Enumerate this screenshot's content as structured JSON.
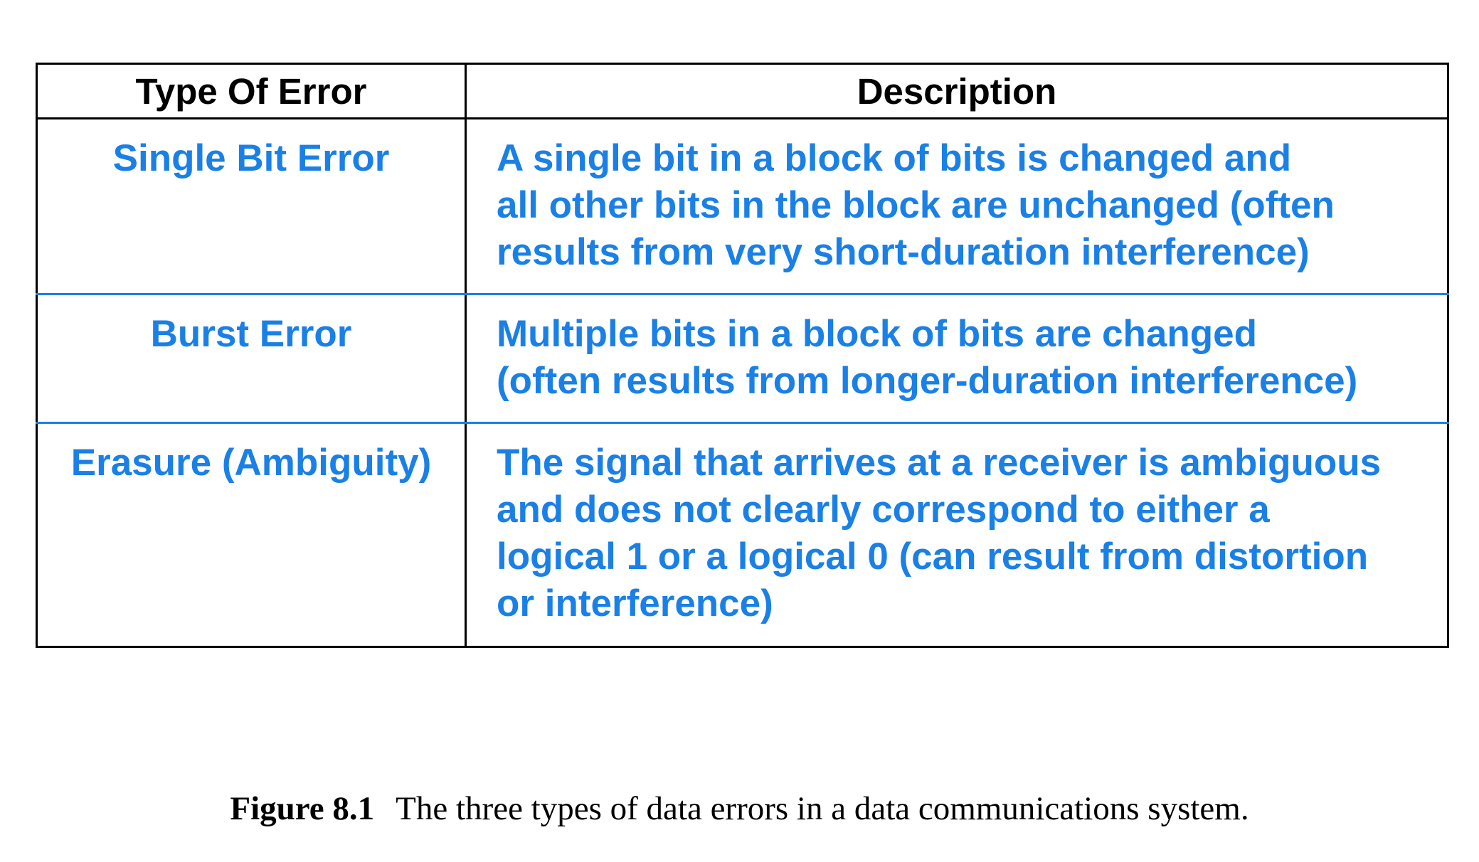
{
  "table": {
    "headers": {
      "type": "Type Of Error",
      "description": "Description"
    },
    "rows": [
      {
        "type": "Single Bit Error",
        "description_lines": [
          "A single bit in a block of bits is changed and",
          "all other bits in the block are unchanged (often",
          "results from very short-duration interference)"
        ]
      },
      {
        "type": "Burst Error",
        "description_lines": [
          "Multiple bits in a block of bits are changed",
          "(often results from longer-duration interference)"
        ]
      },
      {
        "type": "Erasure (Ambiguity)",
        "description_lines": [
          "The signal that arrives at a receiver is ambiguous",
          "and does not clearly correspond to either a",
          "logical 1 or a logical 0 (can result from distortion",
          "or interference)"
        ]
      }
    ]
  },
  "caption": {
    "label": "Figure 8.1",
    "text": "The three types of data errors in a data communications system."
  },
  "colors": {
    "text_blue": "#1a80e6",
    "rule_black": "#000000"
  }
}
